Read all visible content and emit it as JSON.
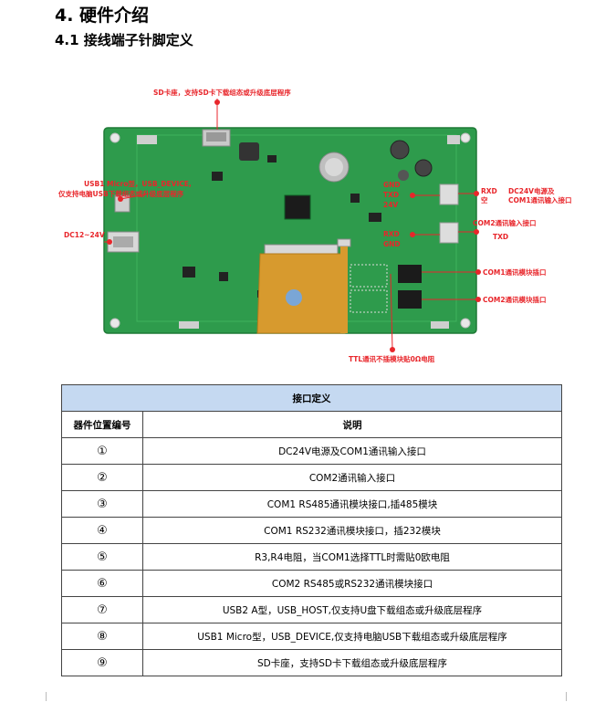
{
  "heading": {
    "section": "4. 硬件介绍",
    "subsection": "4.1 接线端子针脚定义"
  },
  "figure": {
    "labels": {
      "sd": "SD卡座，支持SD卡下载组态或升级底层程序",
      "usb1_line1": "USB1 Micro型，USB_DEVICE,",
      "usb1_line2": "仅支持电脑USB下载组态或升级底层程序",
      "dc": "DC12~24V",
      "gnd1": "GND",
      "txd1": "TXD",
      "v24": "24V",
      "rxd1": "RXD",
      "kong": "空",
      "dc24_line1": "DC24V电源及",
      "dc24_line2": "COM1通讯输入接口",
      "com2_in": "COM2通讯输入接口",
      "rxd2": "RXD",
      "txd2": "TXD",
      "gnd2": "GND",
      "com1_mod": "COM1通讯模块插口",
      "com2_mod": "COM2通讯模块插口",
      "ttl": "TTL通讯不插模块贴0Ω电阻"
    }
  },
  "table": {
    "title": "接口定义",
    "col_id": "器件位置编号",
    "col_desc": "说明",
    "rows": [
      {
        "id": "①",
        "desc": "DC24V电源及COM1通讯输入接口"
      },
      {
        "id": "②",
        "desc": "COM2通讯输入接口"
      },
      {
        "id": "③",
        "desc": "COM1 RS485通讯模块接口,插485模块"
      },
      {
        "id": "④",
        "desc": "COM1  RS232通讯模块接口，插232模块"
      },
      {
        "id": "⑤",
        "desc": "R3,R4电阻，当COM1选择TTL时需贴0欧电阻"
      },
      {
        "id": "⑥",
        "desc": "COM2 RS485或RS232通讯模块接口"
      },
      {
        "id": "⑦",
        "desc": "USB2 A型，USB_HOST,仅支持U盘下载组态或升级底层程序"
      },
      {
        "id": "⑧",
        "desc": "USB1 Micro型，USB_DEVICE,仅支持电脑USB下载组态或升级底层程序"
      },
      {
        "id": "⑨",
        "desc": "SD卡座，支持SD卡下载组态或升级底层程序"
      }
    ]
  },
  "colors": {
    "pcb": "#2e9b4c",
    "pcb_dark": "#23803c",
    "annotation": "#e8262b",
    "table_header": "#c5d9f1"
  }
}
